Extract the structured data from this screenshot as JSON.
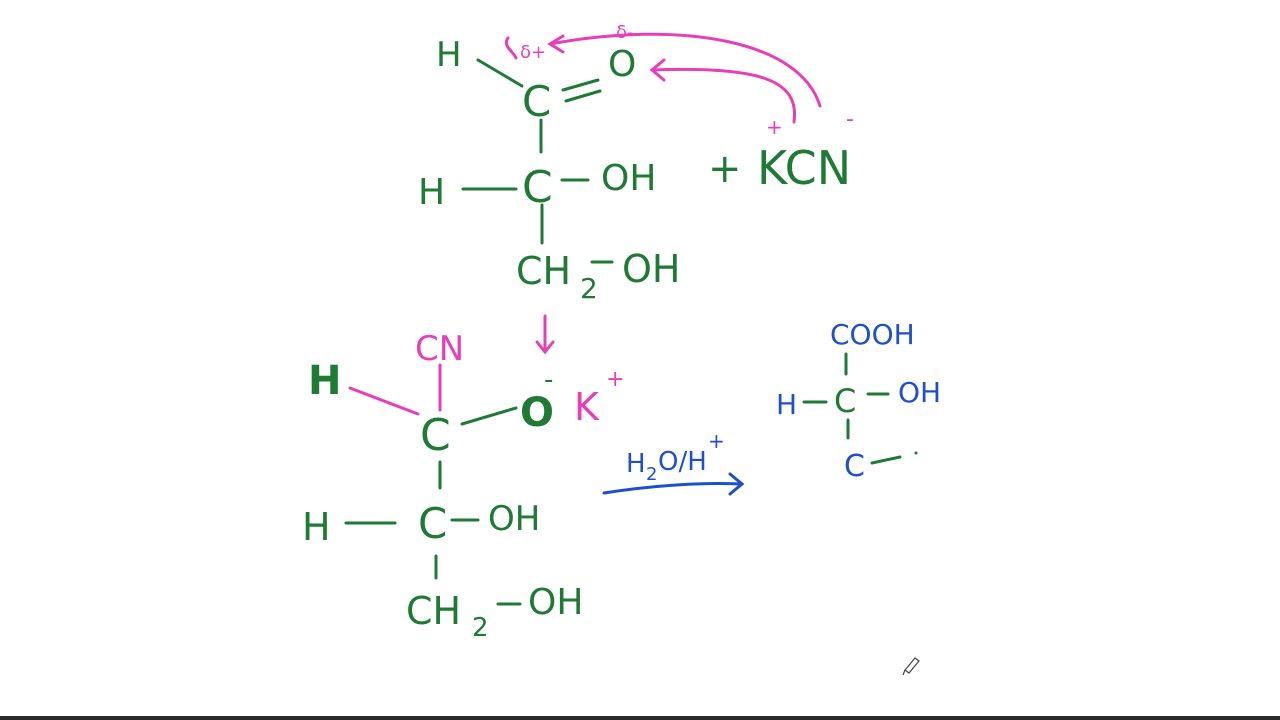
{
  "whiteboard": {
    "colors": {
      "green": "#1e7a34",
      "pink": "#e63fb8",
      "blue": "#1f4fd1",
      "background": "#ffffff"
    },
    "reactant": {
      "aldehyde_h": "H",
      "carbonyl_c": "C",
      "carbonyl_o": "O",
      "delta_plus": "δ+",
      "delta_minus": "δ-",
      "mid_h": "H",
      "mid_c": "C",
      "mid_oh": "OH",
      "ch2": "CH",
      "ch2_sub": "2",
      "ch2_oh": "OH"
    },
    "reagent": {
      "plus": "+",
      "formula": "KCN",
      "k_charge": "+",
      "cn_charge": "-"
    },
    "intermediate": {
      "cn_group": "CN",
      "top_h": "H",
      "top_c": "C",
      "alkoxide_o": "O",
      "o_charge": "-",
      "counter_ion": "K",
      "counter_charge": "+",
      "mid_h": "H",
      "mid_c": "C",
      "mid_oh": "OH",
      "ch2": "CH",
      "ch2_sub": "2",
      "ch2_oh": "OH"
    },
    "conditions": {
      "h2o": "H",
      "h2o_sub": "2",
      "h2o_o": "O/H",
      "h_plus": "+"
    },
    "product": {
      "cooh": "COOH",
      "mid_h": "H",
      "mid_c": "C",
      "mid_oh": "OH",
      "bottom_c": "C"
    }
  }
}
